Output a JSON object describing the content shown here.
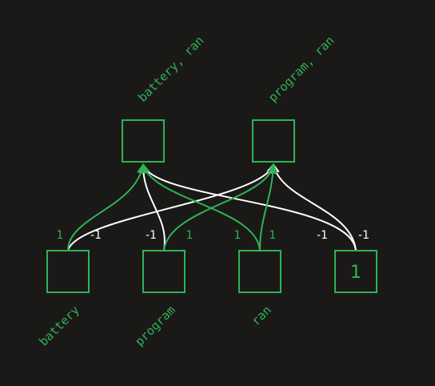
{
  "colors": {
    "background": "#1b1918",
    "green": "#2db455",
    "white": "#ffffff"
  },
  "outputs": [
    {
      "id": "battery-ran",
      "label": "battery, ran"
    },
    {
      "id": "program-ran",
      "label": "program, ran"
    }
  ],
  "inputs": [
    {
      "id": "battery",
      "label": "battery",
      "value": ""
    },
    {
      "id": "program",
      "label": "program",
      "value": ""
    },
    {
      "id": "ran",
      "label": "ran",
      "value": ""
    },
    {
      "id": "bias",
      "label": "",
      "value": "1"
    }
  ],
  "edges": [
    {
      "from": "battery",
      "to": "battery-ran",
      "weight": "1",
      "color": "green"
    },
    {
      "from": "battery",
      "to": "program-ran",
      "weight": "-1",
      "color": "white"
    },
    {
      "from": "program",
      "to": "battery-ran",
      "weight": "-1",
      "color": "white"
    },
    {
      "from": "program",
      "to": "program-ran",
      "weight": "1",
      "color": "green"
    },
    {
      "from": "ran",
      "to": "battery-ran",
      "weight": "1",
      "color": "green"
    },
    {
      "from": "ran",
      "to": "program-ran",
      "weight": "1",
      "color": "green"
    },
    {
      "from": "bias",
      "to": "battery-ran",
      "weight": "-1",
      "color": "white"
    },
    {
      "from": "bias",
      "to": "program-ran",
      "weight": "-1",
      "color": "white"
    }
  ]
}
